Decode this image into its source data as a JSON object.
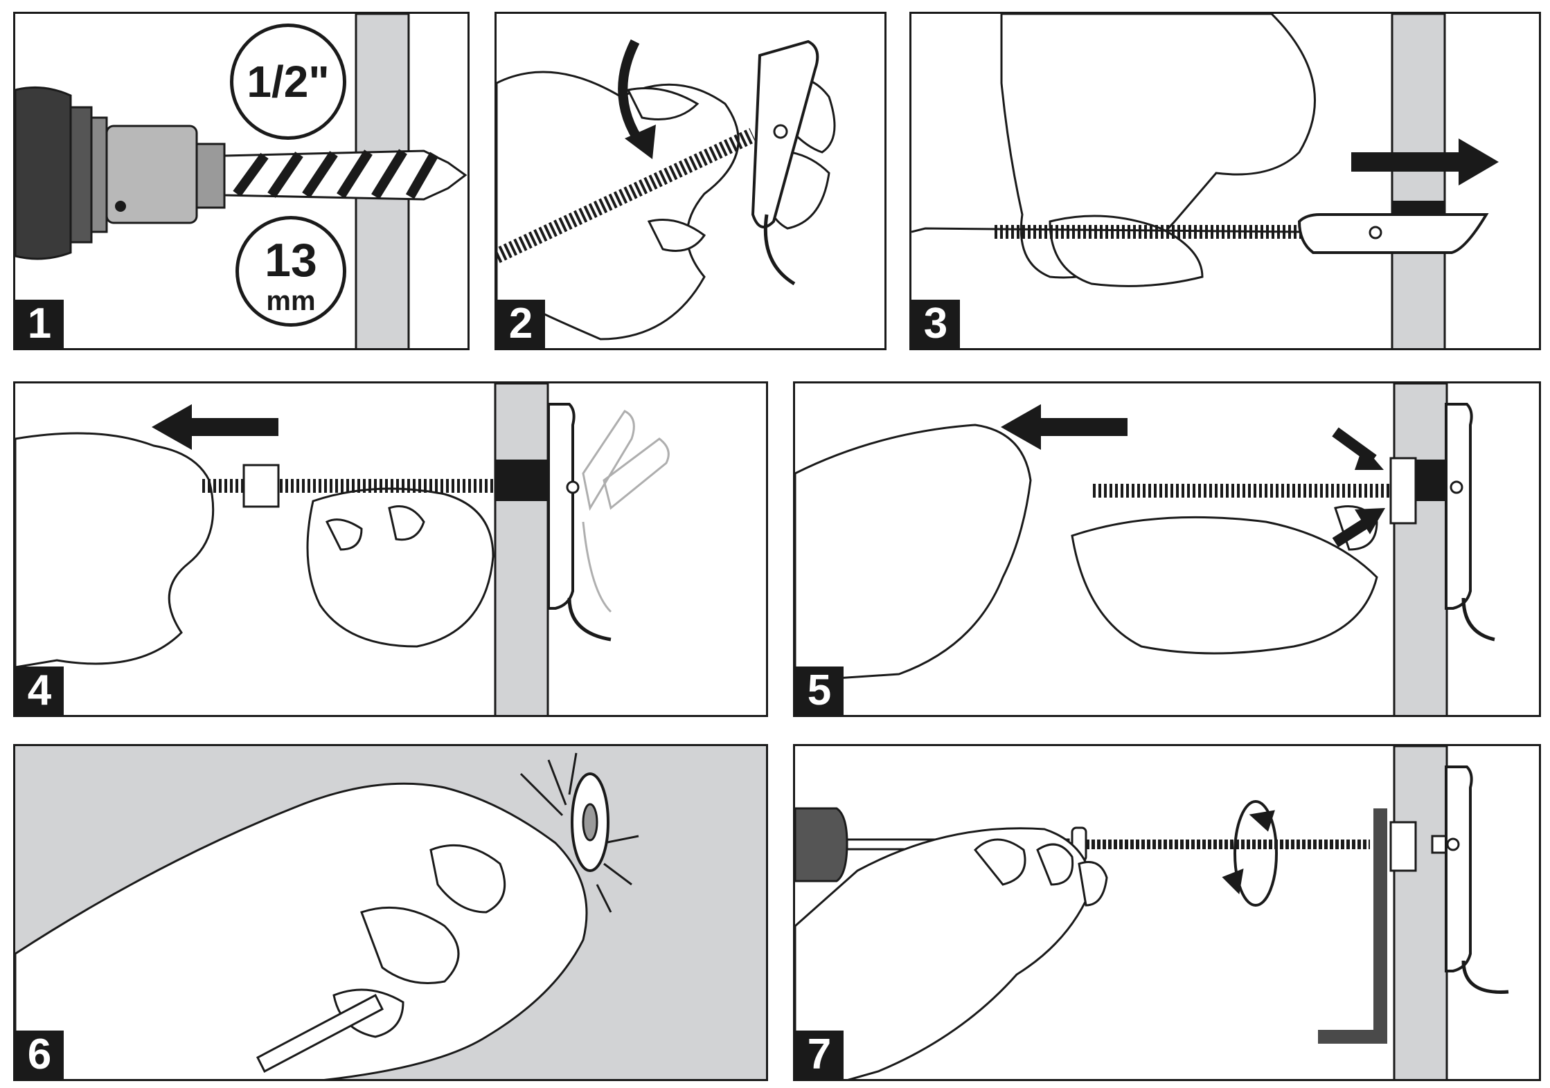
{
  "colors": {
    "ink": "#1a1a1a",
    "wall_gray": "#d2d3d5",
    "panel_bg": "#ffffff"
  },
  "panels": [
    {
      "step": "1",
      "labels": {
        "inch": "1/2\"",
        "metric_value": "13",
        "metric_unit": "mm"
      }
    },
    {
      "step": "2"
    },
    {
      "step": "3"
    },
    {
      "step": "4"
    },
    {
      "step": "5"
    },
    {
      "step": "6"
    },
    {
      "step": "7"
    }
  ],
  "icons": {
    "drill": "drill-icon",
    "arrow_right": "arrow-right-icon",
    "arrow_left": "arrow-left-icon",
    "rotate": "rotate-arrows-icon",
    "toggle_anchor": "toggle-anchor-icon",
    "hand": "hand-icon",
    "screwdriver": "screwdriver-icon"
  }
}
